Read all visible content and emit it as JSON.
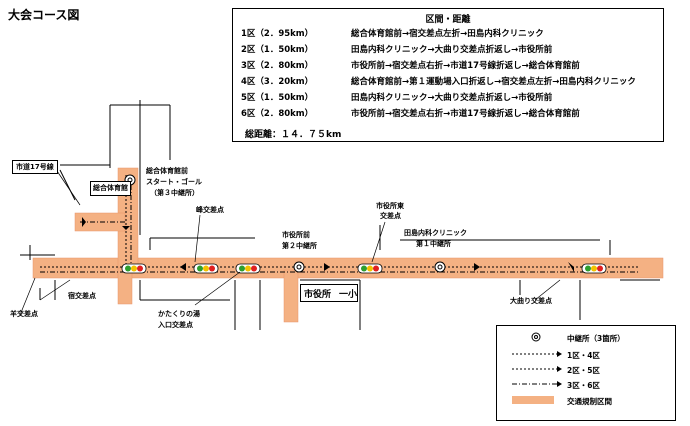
{
  "title": "大会コース図",
  "section_table": {
    "header": "区間・距離",
    "rows": [
      {
        "label": "1区（2．95km）",
        "route": "総合体育館前→宿交差点左折→田島内科クリニック"
      },
      {
        "label": "2区（1．50km）",
        "route": "田島内科クリニック→大曲り交差点折返し→市役所前"
      },
      {
        "label": "3区（2．80km）",
        "route": "市役所前→宿交差点右折→市道17号線折返し→総合体育館前"
      },
      {
        "label": "4区（3．20km）",
        "route": "総合体育館前→第１運動場入口折返し→宿交差点左折→田島内科クリニック"
      },
      {
        "label": "5区（1．50km）",
        "route": "田島内科クリニック→大曲り交差点折返し→市役所前"
      },
      {
        "label": "6区（2．80km）",
        "route": "市役所前→宿交差点右折→市道17号線折返し→総合体育館前"
      }
    ],
    "total": "総距離：１４．７５km"
  },
  "map_labels": {
    "city_road_17": "市道17号線",
    "gym_building": "総合体育館",
    "gym_front": "総合体育館前",
    "start_goal": "スタート・ゴール",
    "relay3": "（第３中継所）",
    "mine_crossing": "峰交差点",
    "city_hall_front": "市役所前",
    "relay2": "第２中継所",
    "city_hall_east": "市役所東",
    "crossing": "交差点",
    "tajima_clinic": "田島内科クリニック",
    "relay1": "第１中継所",
    "city_hall": "市役所",
    "school": "一小",
    "jukushuku_crossing": "宿交差点",
    "hitsuji_crossing": "羊交差点",
    "katakuri": "かたくりの湯",
    "katakuri_entrance": "入口交差点",
    "omagari_crossing": "大曲り交差点"
  },
  "legend": {
    "relay_point": "中継所（3箇所）",
    "line1": "1区・4区",
    "line2": "2区・5区",
    "line3": "3区・6区",
    "restricted": "交通規制区間"
  },
  "colors": {
    "road_restricted": "#f4b183",
    "road_line": "#000000"
  }
}
